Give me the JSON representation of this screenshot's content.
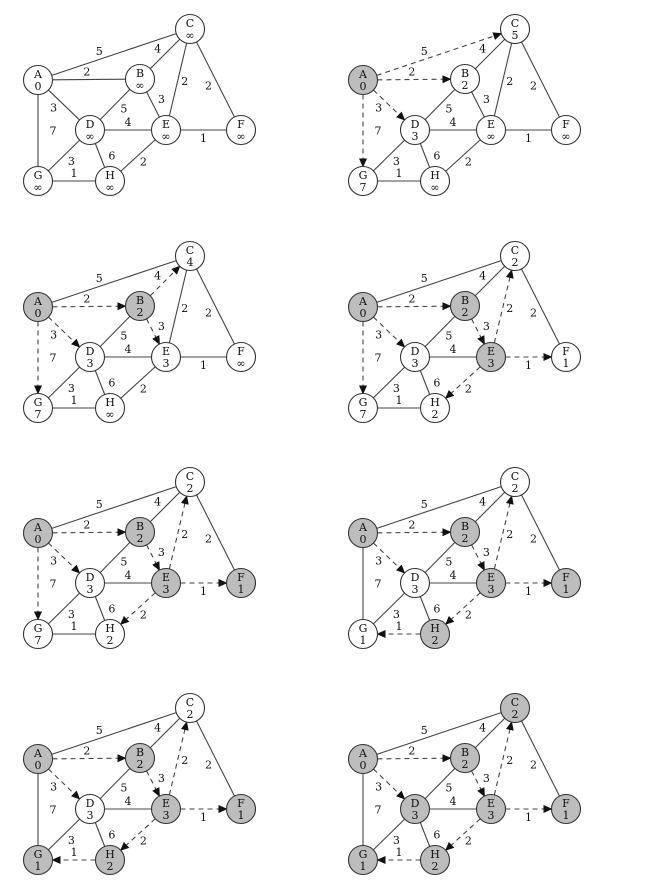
{
  "colors": {
    "visited_fill": "#bdbdbd",
    "unvisited_fill": "#ffffff",
    "edge": "#444444"
  },
  "nodes": [
    "A",
    "B",
    "C",
    "D",
    "E",
    "F",
    "G",
    "H"
  ],
  "edges": [
    {
      "id": "A-C",
      "u": "A",
      "v": "C",
      "weight": "5"
    },
    {
      "id": "A-B",
      "u": "A",
      "v": "B",
      "weight": "2"
    },
    {
      "id": "A-D",
      "u": "A",
      "v": "D",
      "weight": "3"
    },
    {
      "id": "A-G",
      "u": "A",
      "v": "G",
      "weight": "7"
    },
    {
      "id": "B-C",
      "u": "B",
      "v": "C",
      "weight": "4"
    },
    {
      "id": "B-D",
      "u": "B",
      "v": "D",
      "weight": "5"
    },
    {
      "id": "B-E",
      "u": "B",
      "v": "E",
      "weight": "3"
    },
    {
      "id": "C-E",
      "u": "C",
      "v": "E",
      "weight": "2"
    },
    {
      "id": "C-F",
      "u": "C",
      "v": "F",
      "weight": "2"
    },
    {
      "id": "D-E",
      "u": "D",
      "v": "E",
      "weight": "4"
    },
    {
      "id": "D-G",
      "u": "D",
      "v": "G",
      "weight": "3"
    },
    {
      "id": "D-H",
      "u": "D",
      "v": "H",
      "weight": "6"
    },
    {
      "id": "E-F",
      "u": "E",
      "v": "F",
      "weight": "1"
    },
    {
      "id": "E-H",
      "u": "E",
      "v": "H",
      "weight": "2"
    },
    {
      "id": "G-H",
      "u": "G",
      "v": "H",
      "weight": "1"
    }
  ],
  "panels": [
    {
      "dist": {
        "A": "0",
        "B": "∞",
        "C": "∞",
        "D": "∞",
        "E": "∞",
        "F": "∞",
        "G": "∞",
        "H": "∞"
      },
      "visited": [],
      "tree": {}
    },
    {
      "dist": {
        "A": "0",
        "B": "2",
        "C": "5",
        "D": "3",
        "E": "∞",
        "F": "∞",
        "G": "7",
        "H": "∞"
      },
      "visited": [
        "A"
      ],
      "tree": {
        "B": "A",
        "C": "A",
        "D": "A",
        "G": "A"
      }
    },
    {
      "dist": {
        "A": "0",
        "B": "2",
        "C": "4",
        "D": "3",
        "E": "3",
        "F": "∞",
        "G": "7",
        "H": "∞"
      },
      "visited": [
        "A",
        "B"
      ],
      "tree": {
        "B": "A",
        "C": "B",
        "D": "A",
        "E": "B",
        "G": "A"
      }
    },
    {
      "dist": {
        "A": "0",
        "B": "2",
        "C": "2",
        "D": "3",
        "E": "3",
        "F": "1",
        "G": "7",
        "H": "2"
      },
      "visited": [
        "A",
        "B",
        "E"
      ],
      "tree": {
        "B": "A",
        "C": "E",
        "D": "A",
        "E": "B",
        "F": "E",
        "G": "A",
        "H": "E"
      }
    },
    {
      "dist": {
        "A": "0",
        "B": "2",
        "C": "2",
        "D": "3",
        "E": "3",
        "F": "1",
        "G": "7",
        "H": "2"
      },
      "visited": [
        "A",
        "B",
        "E",
        "F"
      ],
      "tree": {
        "B": "A",
        "C": "E",
        "D": "A",
        "E": "B",
        "F": "E",
        "G": "A",
        "H": "E"
      }
    },
    {
      "dist": {
        "A": "0",
        "B": "2",
        "C": "2",
        "D": "3",
        "E": "3",
        "F": "1",
        "G": "1",
        "H": "2"
      },
      "visited": [
        "A",
        "B",
        "E",
        "F",
        "H"
      ],
      "tree": {
        "B": "A",
        "C": "E",
        "D": "A",
        "E": "B",
        "F": "E",
        "G": "H",
        "H": "E"
      }
    },
    {
      "dist": {
        "A": "0",
        "B": "2",
        "C": "2",
        "D": "3",
        "E": "3",
        "F": "1",
        "G": "1",
        "H": "2"
      },
      "visited": [
        "A",
        "B",
        "E",
        "F",
        "H",
        "G"
      ],
      "tree": {
        "B": "A",
        "C": "E",
        "D": "A",
        "E": "B",
        "F": "E",
        "G": "H",
        "H": "E"
      }
    },
    {
      "dist": {
        "A": "0",
        "B": "2",
        "C": "2",
        "D": "3",
        "E": "3",
        "F": "1",
        "G": "1",
        "H": "2"
      },
      "visited": [
        "A",
        "B",
        "E",
        "F",
        "H",
        "G",
        "D",
        "C"
      ],
      "tree": {
        "B": "A",
        "C": "E",
        "D": "A",
        "E": "B",
        "F": "E",
        "G": "H",
        "H": "E"
      }
    }
  ]
}
